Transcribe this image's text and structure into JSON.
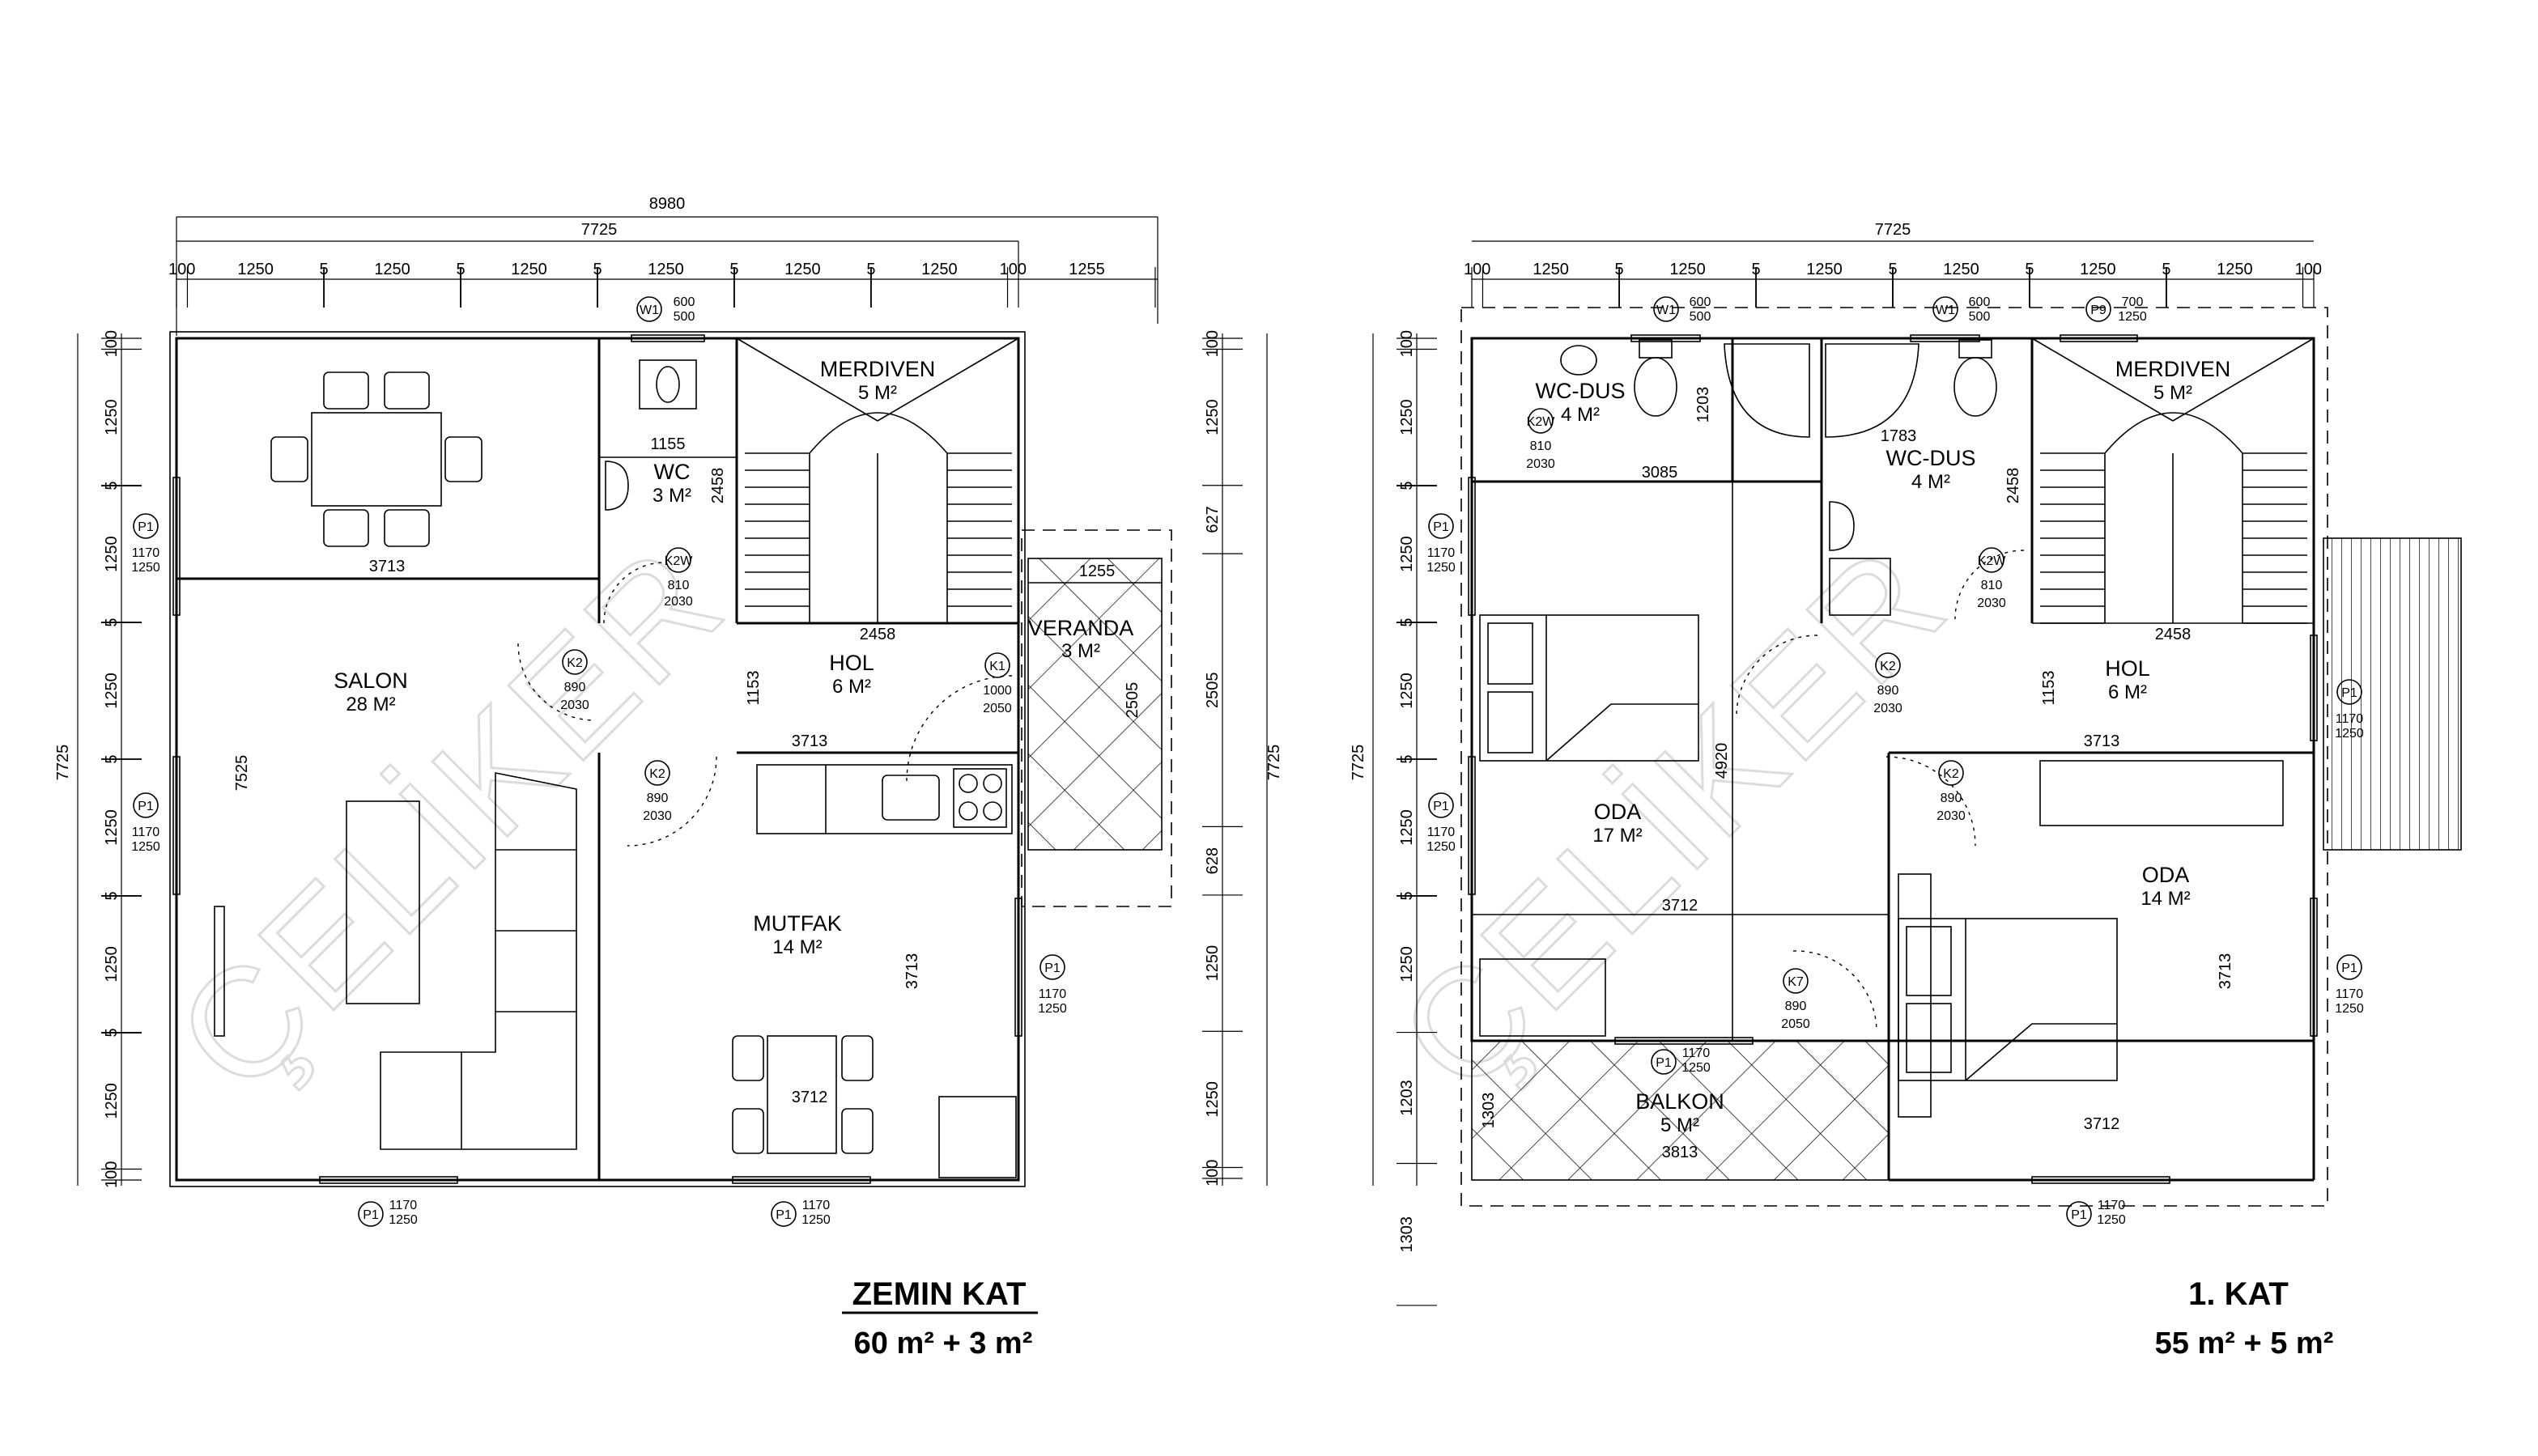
{
  "watermark": "ÇELİKER",
  "ground_floor": {
    "title": "ZEMIN KAT",
    "area": "60 m² + 3 m²",
    "overall_width": "8980",
    "main_width": "7725",
    "top_segments": [
      "100",
      "1250",
      "5",
      "1250",
      "5",
      "1250",
      "5",
      "1250",
      "5",
      "1250",
      "5",
      "1250",
      "100",
      "1255"
    ],
    "left_height": "7725",
    "left_segments": [
      "100",
      "1250",
      "5",
      "1250",
      "5",
      "1250",
      "5",
      "1250",
      "5",
      "1250",
      "5",
      "1250",
      "100"
    ],
    "right_height": "7725",
    "right_segments": [
      "100",
      "1250",
      "627",
      "2505",
      "628",
      "1250",
      "1250",
      "100"
    ],
    "rooms": {
      "salon": {
        "name": "SALON",
        "area": "28 M²"
      },
      "wc": {
        "name": "WC",
        "area": "3 M²"
      },
      "merdiven": {
        "name": "MERDIVEN",
        "area": "5 M²"
      },
      "hol": {
        "name": "HOL",
        "area": "6 M²"
      },
      "veranda": {
        "name": "VERANDA",
        "area": "3 M²"
      },
      "mutfak": {
        "name": "MUTFAK",
        "area": "14 M²"
      }
    },
    "dims": {
      "salon_w": "3713",
      "salon_h": "7525",
      "wc_w": "1155",
      "stair_h": "2458",
      "hol_w": "2458",
      "hol_h": "1153",
      "veranda_w": "1255",
      "veranda_h": "2505",
      "mutfak_w": "3713",
      "mutfak_h": "3713",
      "mutfak_w2": "3712"
    },
    "tags": {
      "w1": {
        "code": "W1",
        "w": "600",
        "h": "500"
      },
      "p1": {
        "code": "P1",
        "w": "1170",
        "h": "1250"
      },
      "k2": {
        "code": "K2",
        "w": "890",
        "h": "2030"
      },
      "k2w": {
        "code": "K2W",
        "w": "810",
        "h": "2030"
      },
      "k1": {
        "code": "K1",
        "w": "1000",
        "h": "2050"
      }
    }
  },
  "first_floor": {
    "title": "1. KAT",
    "area": "55 m² + 5 m²",
    "main_width": "7725",
    "top_segments": [
      "100",
      "1250",
      "5",
      "1250",
      "5",
      "1250",
      "5",
      "1250",
      "5",
      "1250",
      "5",
      "1250",
      "100"
    ],
    "left_height": "7725",
    "left_segments": [
      "100",
      "1250",
      "5",
      "1250",
      "5",
      "1250",
      "5",
      "1250",
      "5",
      "1250",
      "1203",
      "1303"
    ],
    "rooms": {
      "wcdus1": {
        "name": "WC-DUS",
        "area": "4 M²"
      },
      "wcdus2": {
        "name": "WC-DUS",
        "area": "4 M²"
      },
      "merdiven": {
        "name": "MERDIVEN",
        "area": "5 M²"
      },
      "hol": {
        "name": "HOL",
        "area": "6 M²"
      },
      "oda1": {
        "name": "ODA",
        "area": "17 M²"
      },
      "oda2": {
        "name": "ODA",
        "area": "14 M²"
      },
      "balkon": {
        "name": "BALKON",
        "area": "5 M²"
      }
    },
    "dims": {
      "wc1_w": "3085",
      "wc1_h": "1203",
      "wc2_w": "1783",
      "stair_h": "2458",
      "hol_w": "2458",
      "hol_h": "1153",
      "hol_w2": "3713",
      "oda1_h": "4920",
      "oda1_w": "3712",
      "oda2_h": "3713",
      "oda2_w": "3712",
      "balkon_w": "3813",
      "balkon_h": "1303"
    },
    "tags": {
      "w1": {
        "code": "W1",
        "w": "600",
        "h": "500"
      },
      "p9": {
        "code": "P9",
        "w": "700",
        "h": "1250"
      },
      "p1": {
        "code": "P1",
        "w": "1170",
        "h": "1250"
      },
      "k2": {
        "code": "K2",
        "w": "890",
        "h": "2030"
      },
      "k2w": {
        "code": "K2W",
        "w": "810",
        "h": "2030"
      },
      "k7": {
        "code": "K7",
        "w": "890",
        "h": "2050"
      }
    }
  }
}
